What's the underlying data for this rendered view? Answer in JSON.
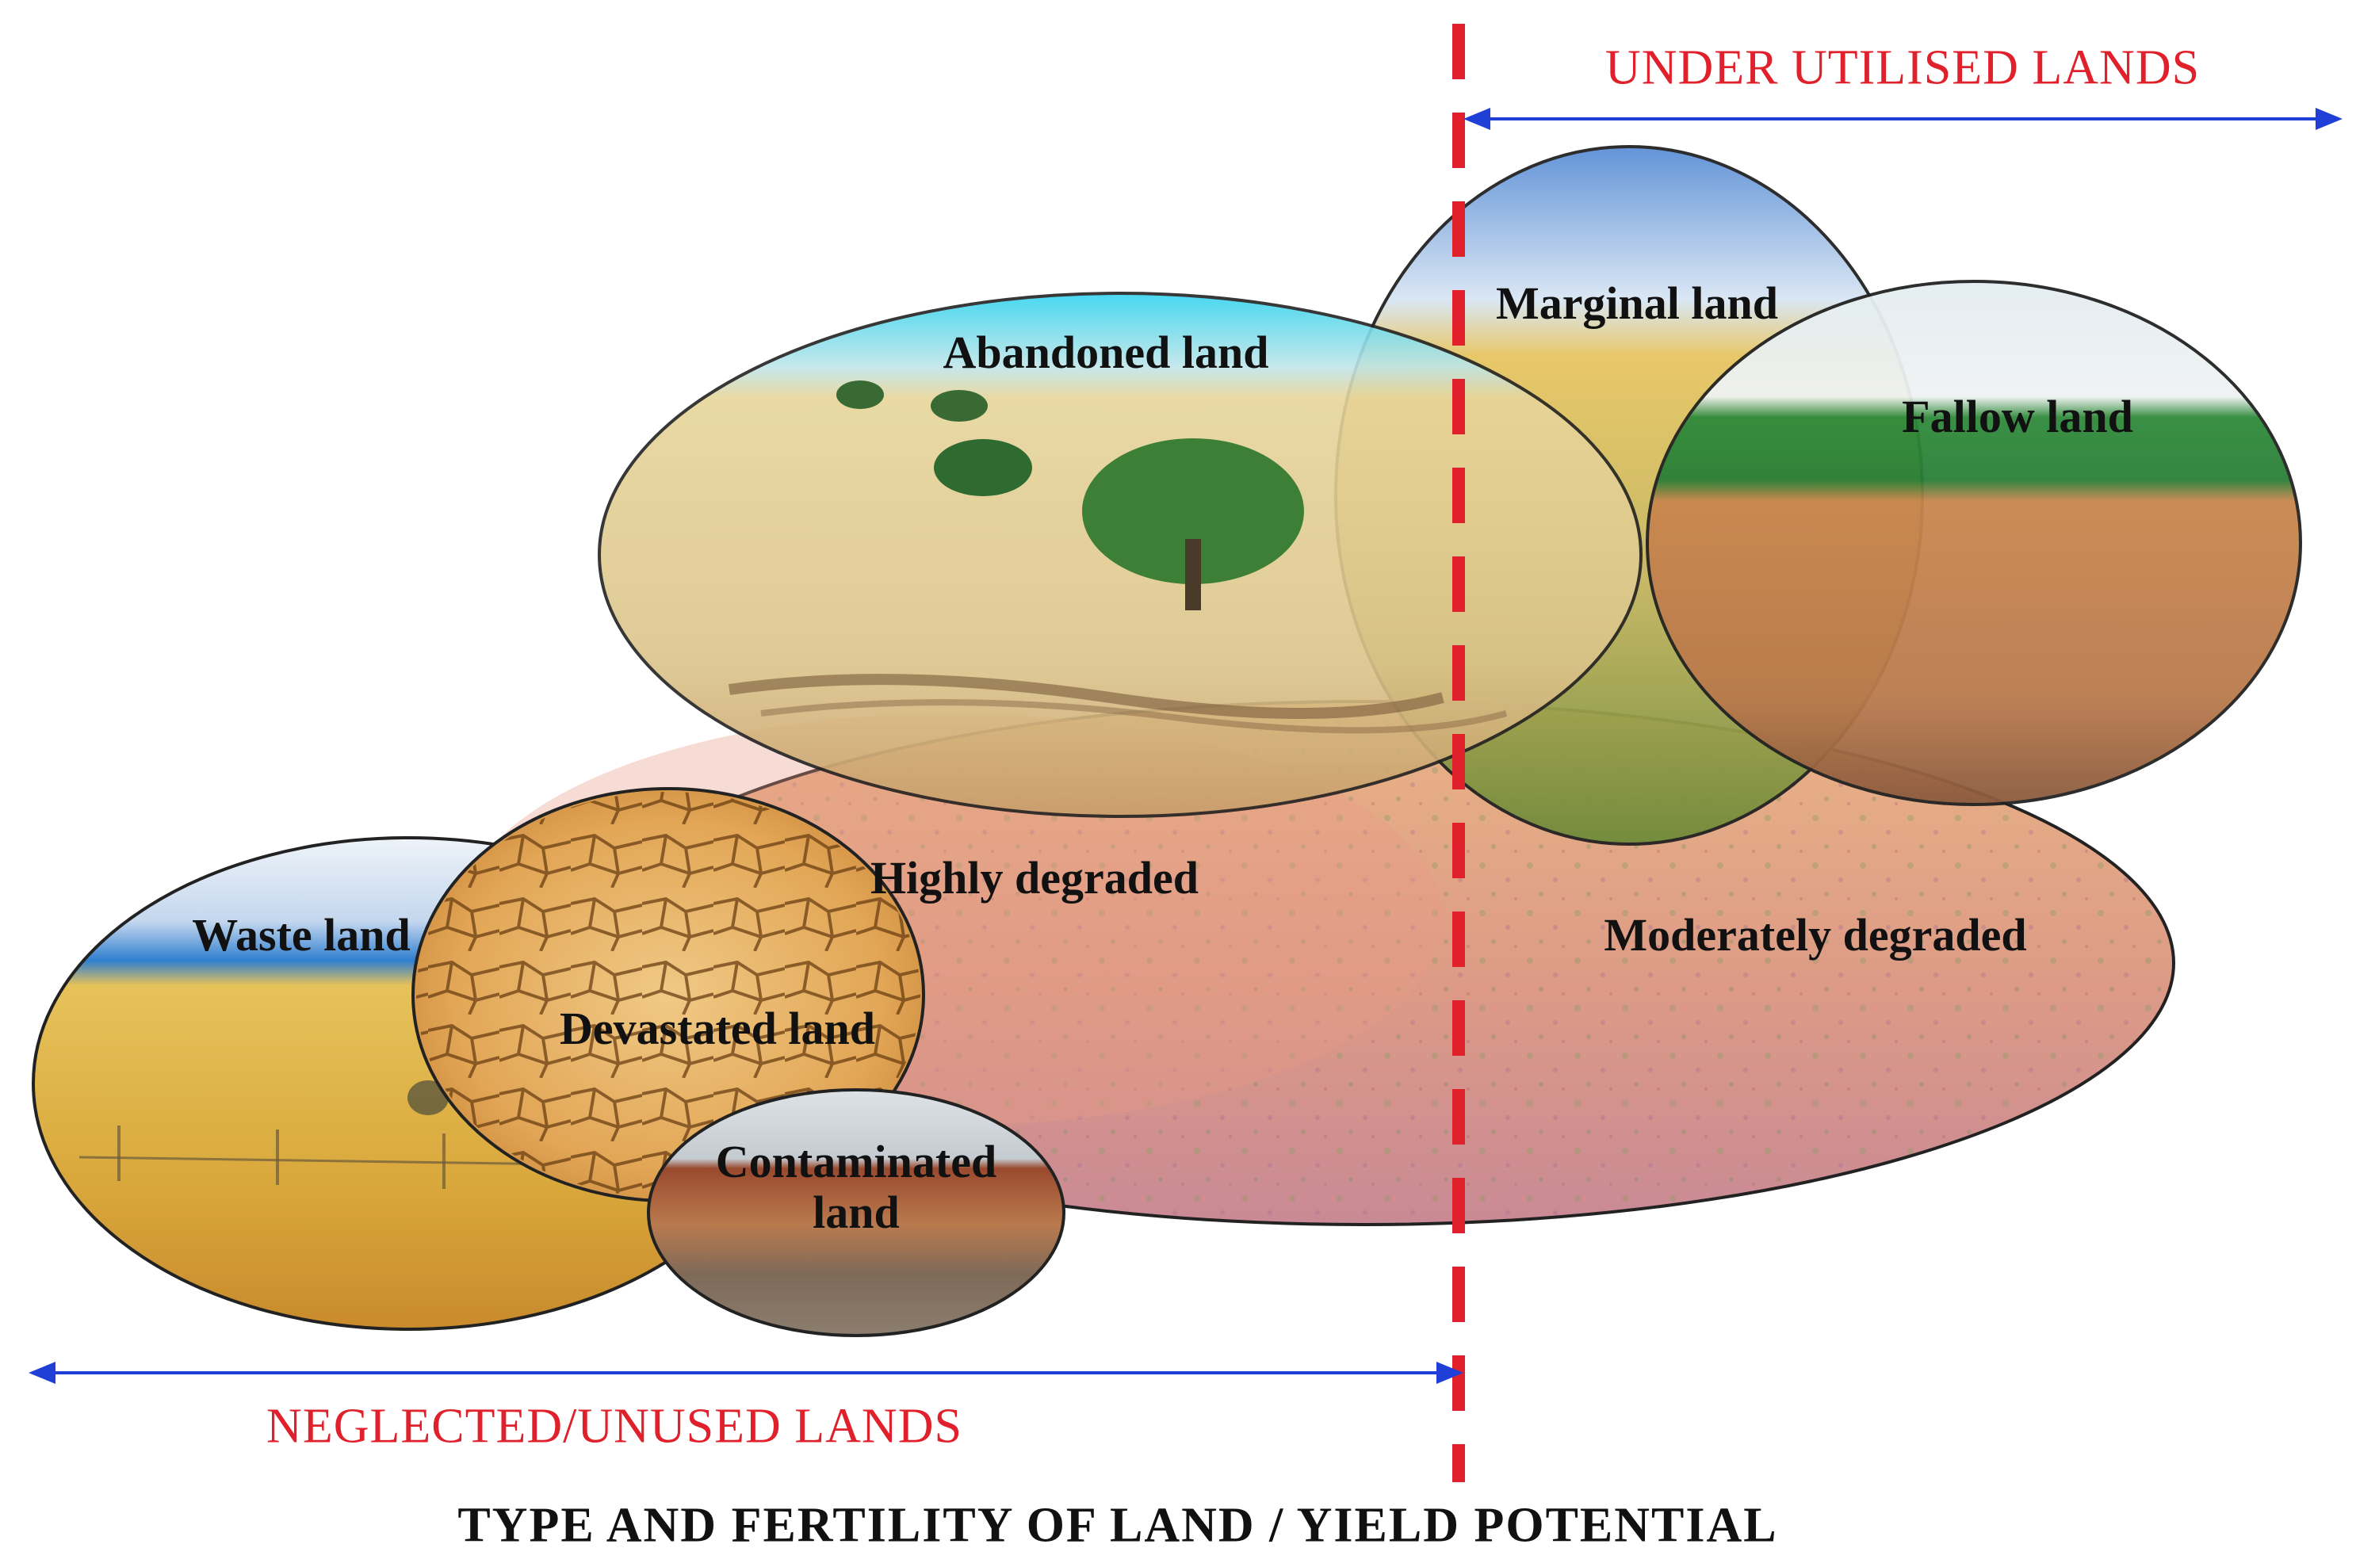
{
  "labels": {
    "under_utilised": "UNDER UTILISED LANDS",
    "neglected_unused": "NEGLECTED/UNUSED LANDS",
    "axis_title": "TYPE AND FERTILITY OF LAND / YIELD POTENTIAL"
  },
  "regions": {
    "moderately_degraded": "Moderately degraded",
    "highly_degraded": "Highly degraded",
    "abandoned_land": "Abandoned land",
    "marginal_land": "Marginal land",
    "fallow_land": "Fallow land",
    "waste_land": "Waste land",
    "devastated_land": "Devastated land",
    "contaminated_land": "Contaminated land"
  },
  "colors": {
    "accent_red": "#e0202a",
    "arrow_blue": "#1f3fd6"
  }
}
